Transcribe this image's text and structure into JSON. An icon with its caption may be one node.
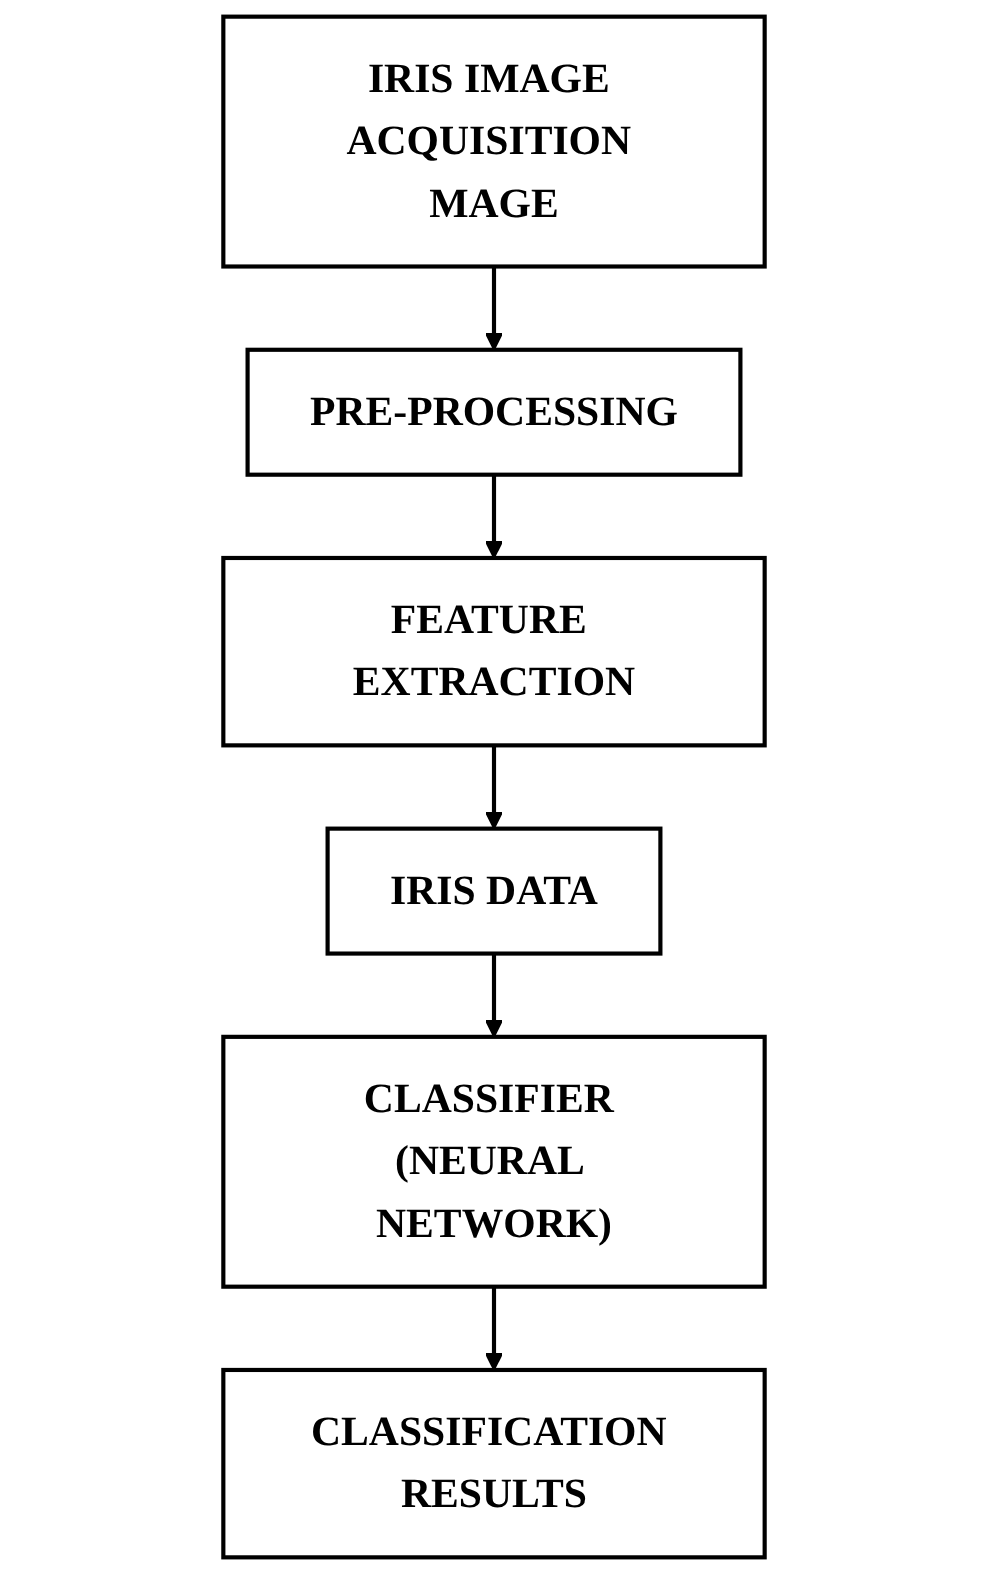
{
  "diagram": {
    "nodes": [
      {
        "text": [
          "IRIS IMAGE ACQUISITION MAGE"
        ]
      },
      {
        "text": [
          "PRE-PROCESSING"
        ]
      },
      {
        "text": [
          "FEATURE EXTRACTION"
        ]
      },
      {
        "text": [
          "IRIS DATA"
        ]
      },
      {
        "text": [
          "CLASSIFIER (NEURAL NETWORK)"
        ]
      },
      {
        "text": [
          "CLASSIFICATION RESULTS"
        ]
      }
    ],
    "edges": [
      {
        "from": 0,
        "to": 1,
        "arrow": "to"
      },
      {
        "from": 1,
        "to": 2,
        "arrow": "to"
      },
      {
        "from": 2,
        "to": 3,
        "arrow": "to"
      },
      {
        "from": 3,
        "to": 4,
        "arrow": "to"
      },
      {
        "from": 4,
        "to": 5,
        "arrow": "to"
      }
    ]
  }
}
